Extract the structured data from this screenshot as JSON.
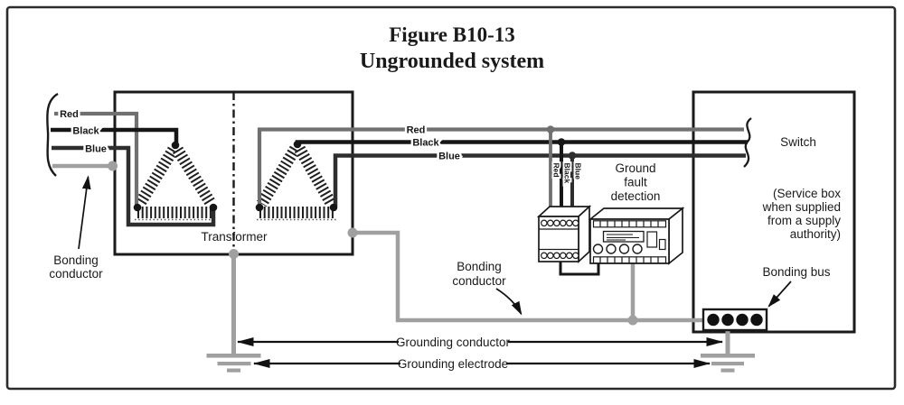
{
  "title": {
    "line1": "Figure B10-13",
    "line2": "Ungrounded system"
  },
  "wires": {
    "supply": {
      "red": "Red",
      "black": "Black",
      "blue": "Blue"
    },
    "mid": {
      "red": "Red",
      "black": "Black",
      "blue": "Blue"
    },
    "tap": {
      "red": "Red",
      "black": "Black",
      "blue": "Blue"
    }
  },
  "labels": {
    "transformer": "Transformer",
    "bonding_left": [
      "Bonding",
      "conductor"
    ],
    "bonding_mid": [
      "Bonding",
      "conductor"
    ],
    "ground_fault": [
      "Ground",
      "fault",
      "detection"
    ],
    "switch": "Switch",
    "service_box": [
      "(Service box",
      "when supplied",
      "from a supply",
      "authority)"
    ],
    "bonding_bus": "Bonding bus",
    "grounding_conductor": "Grounding conductor",
    "grounding_electrode": "Grounding electrode"
  },
  "colors": {
    "ink": "#1a1a1a",
    "wire_black": "#161616",
    "wire_red_gray": "#707070",
    "wire_blue_gray": "#2e2e2e",
    "bond_gray": "#a0a0a0"
  }
}
